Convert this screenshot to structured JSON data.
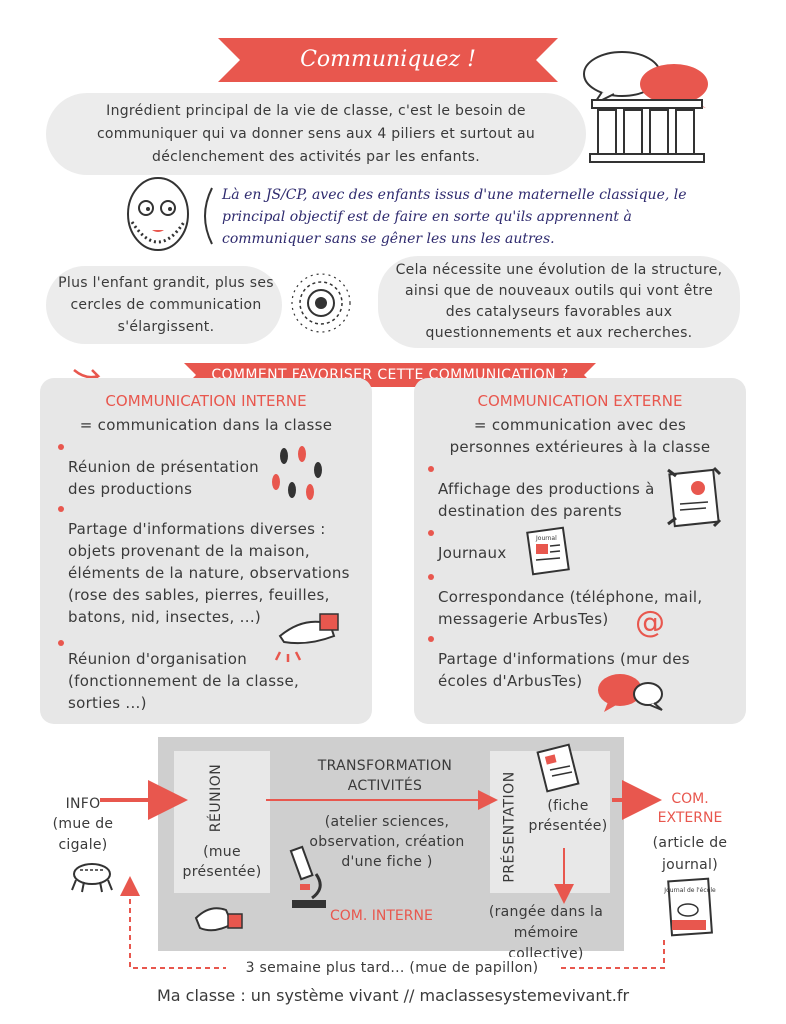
{
  "title": "Communiquez !",
  "intro": "Ingrédient principal de la vie de classe, c'est le besoin de communiquer qui va donner sens aux 4 piliers et surtout au déclenchement des activités par les enfants.",
  "quote": "Là en JS/CP, avec des enfants issus d'une maternelle classique, le principal objectif est de faire en sorte qu'ils apprennent à communiquer sans se gêner les uns les autres.",
  "circles_text": "Plus l'enfant grandit, plus ses cercles de communication s'élargissent.",
  "structure_text": "Cela nécessite une évolution de la structure, ainsi que de nouveaux outils qui vont être des catalyseurs favorables aux questionnements et aux recherches.",
  "section_ribbon": "COMMENT FAVORISER CETTE COMMUNICATION ?",
  "internal": {
    "title": "COMMUNICATION INTERNE",
    "definition": "= communication dans la classe",
    "items": [
      "Réunion de présentation des productions",
      "Partage d'informations diverses : objets provenant de la maison, éléments de la nature, observations (rose des sables, pierres, feuilles, batons, nid, insectes, ...)",
      "Réunion d'organisation (fonctionnement de la classe, sorties ...)"
    ]
  },
  "external": {
    "title": "COMMUNICATION EXTERNE",
    "definition": "= communication avec des personnes extérieures à la classe",
    "items": [
      "Affichage des productions à destination des parents",
      "Journaux",
      "Correspondance (téléphone, mail, messagerie ArbusTes)",
      "Partage d'informations (mur des écoles d'ArbusTes)"
    ],
    "newspaper_label": "Journal"
  },
  "flow": {
    "info_label": "INFO",
    "info_detail": "(mue de cigale)",
    "reunion_label": "RÉUNION",
    "reunion_detail": "(mue présentée)",
    "transformation_title": "TRANSFORMATION ACTIVITÉS",
    "transformation_detail": "(atelier sciences, observation, création d'une fiche )",
    "presentation_label": "PRÉSENTATION",
    "presentation_detail": "(fiche présentée)",
    "com_interne": "COM. INTERNE",
    "com_externe": "COM. EXTERNE",
    "externe_detail": "(article de journal)",
    "memoire": "(rangée dans la mémoire collective)",
    "loop_label": "3 semaine plus tard... (mue de papillon)",
    "journal_label": "Journal de l'école"
  },
  "footer": "Ma classe : un système vivant // maclassesystemevivant.fr"
}
